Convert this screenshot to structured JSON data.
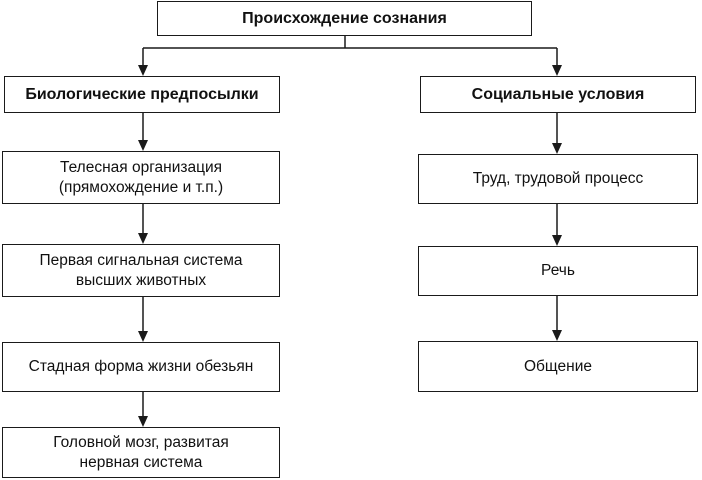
{
  "root": {
    "label": "Происхождение сознания"
  },
  "left_branch": {
    "heading": "Биологические предпосылки",
    "items": [
      {
        "line1": "Телесная организация",
        "line2": "(прямохождение и т.п.)"
      },
      {
        "line1": "Первая сигнальная система",
        "line2": "высших животных"
      },
      {
        "line1": "Стадная форма жизни обезьян",
        "line2": ""
      },
      {
        "line1": "Головной мозг, развитая",
        "line2": "нервная система"
      }
    ]
  },
  "right_branch": {
    "heading": "Социальные условия",
    "items": [
      {
        "line1": "Труд, трудовой процесс",
        "line2": ""
      },
      {
        "line1": "Речь",
        "line2": ""
      },
      {
        "line1": "Общение",
        "line2": ""
      }
    ]
  }
}
